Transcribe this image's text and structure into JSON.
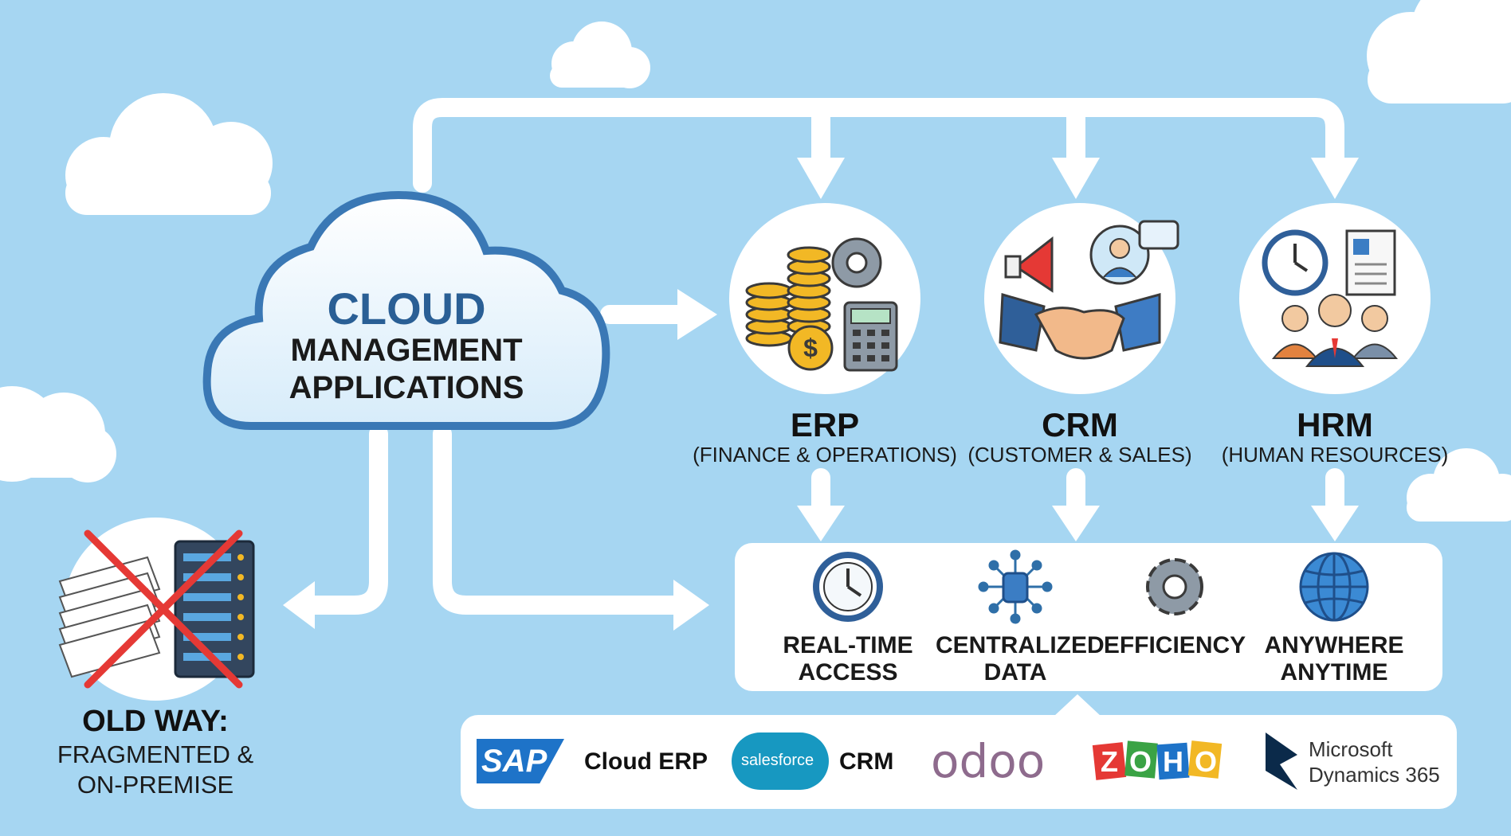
{
  "hub": {
    "title": "CLOUD",
    "line2": "MANAGEMENT",
    "line3": "APPLICATIONS"
  },
  "modules": [
    {
      "name": "ERP",
      "subtitle": "(FINANCE & OPERATIONS)",
      "icon": "finance-coins-calculator-icon"
    },
    {
      "name": "CRM",
      "subtitle": "(CUSTOMER & SALES)",
      "icon": "handshake-megaphone-icon"
    },
    {
      "name": "HRM",
      "subtitle": "(HUMAN RESOURCES)",
      "icon": "clock-team-document-icon"
    }
  ],
  "benefits": [
    {
      "line1": "REAL-TIME",
      "line2": "ACCESS",
      "icon": "clock-icon"
    },
    {
      "line1": "CENTRALIZED",
      "line2": "DATA",
      "icon": "database-network-icon"
    },
    {
      "line1": "EFFICIENCY",
      "line2": "",
      "icon": "gear-icon"
    },
    {
      "line1": "ANYWHERE",
      "line2": "ANYTIME",
      "icon": "globe-icon"
    }
  ],
  "old_way": {
    "title": "OLD WAY:",
    "line2": "FRAGMENTED &",
    "line3": "ON-PREMISE",
    "icon": "crossed-out-papers-server-icon"
  },
  "vendors": [
    {
      "logo": "SAP",
      "label": "Cloud ERP"
    },
    {
      "logo": "salesforce",
      "label": "CRM"
    },
    {
      "logo": "odoo",
      "label": ""
    },
    {
      "logo": "ZOHO",
      "label": ""
    },
    {
      "logo": "Microsoft",
      "label": "Dynamics 365"
    }
  ],
  "colors": {
    "background": "#a6d6f2",
    "cloud_outline": "#2f6fa8",
    "hub_text": "#2a5f95",
    "arrow": "#ffffff",
    "cross": "#e53935",
    "sap_blue": "#1e73c8",
    "salesforce_blue": "#1798c1",
    "odoo_purple": "#8e6b8d",
    "dynamics_navy": "#0b2a4a"
  }
}
